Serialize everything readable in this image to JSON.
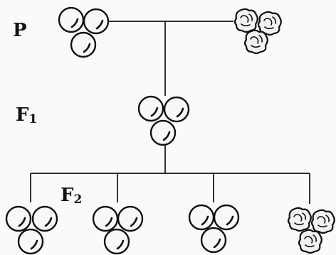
{
  "labels": {
    "p": "P",
    "f1": "F",
    "f1_sub": "1",
    "f2": "F",
    "f2_sub": "2"
  },
  "groups": [
    {
      "generation": "P",
      "seed": "smooth"
    },
    {
      "generation": "P",
      "seed": "wrinkled"
    },
    {
      "generation": "F1",
      "seed": "smooth"
    },
    {
      "generation": "F2",
      "seed": "smooth"
    },
    {
      "generation": "F2",
      "seed": "smooth"
    },
    {
      "generation": "F2",
      "seed": "smooth"
    },
    {
      "generation": "F2",
      "seed": "wrinkled"
    }
  ]
}
